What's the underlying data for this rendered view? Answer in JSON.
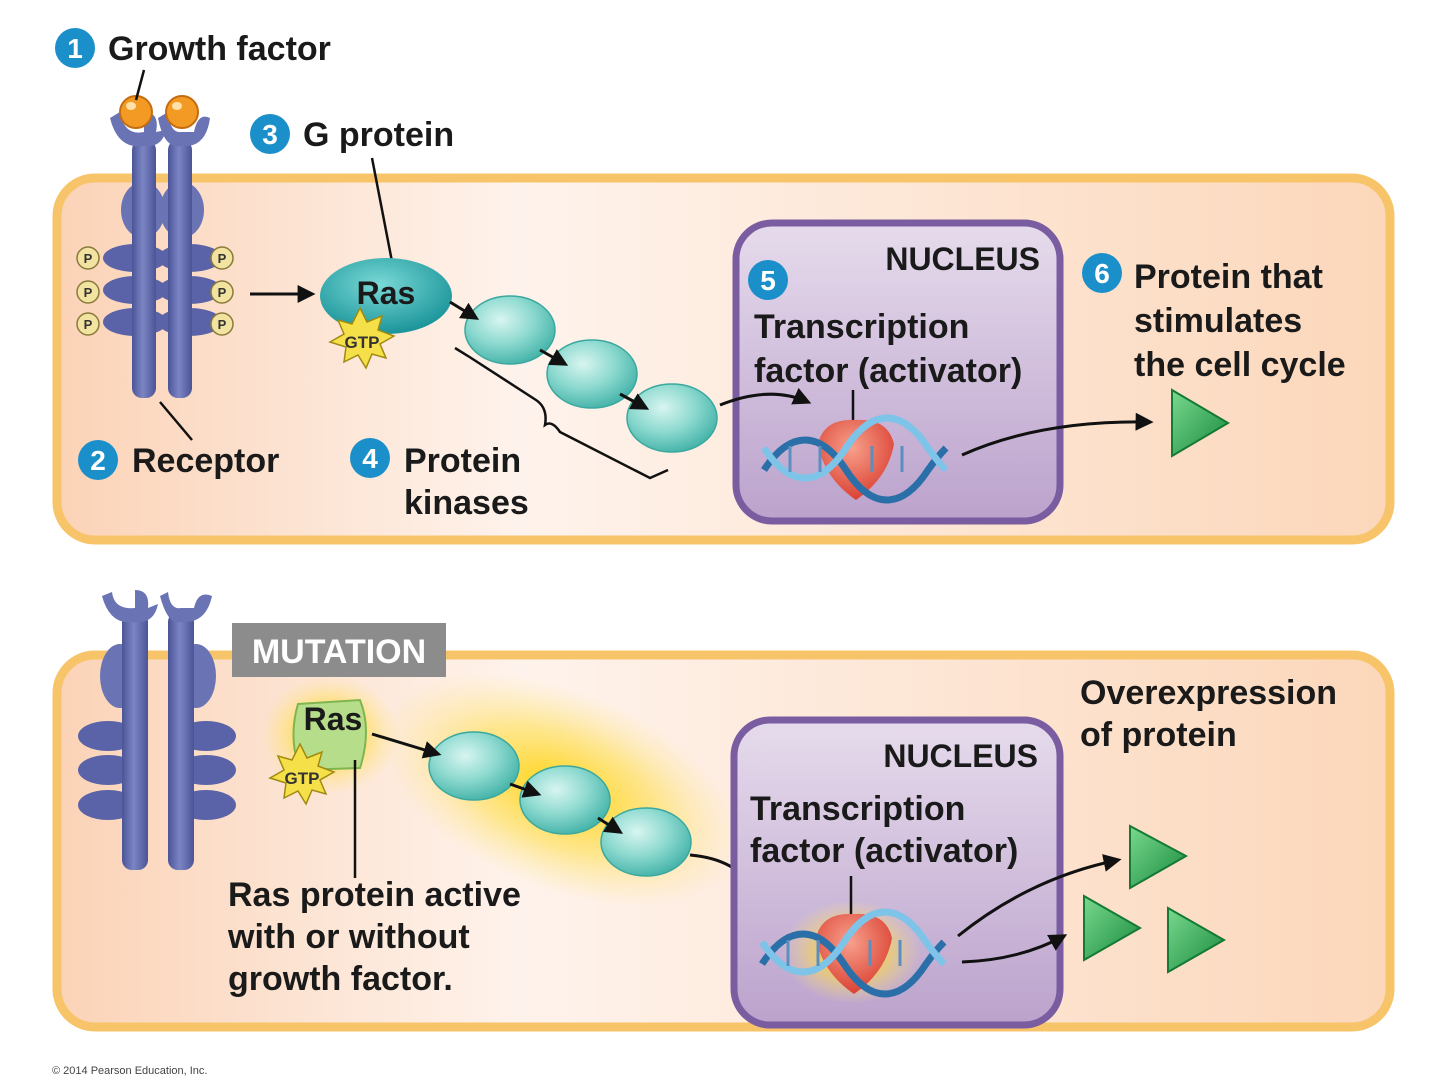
{
  "top_panel": {
    "steps": [
      {
        "num": "1",
        "label": "Growth factor"
      },
      {
        "num": "2",
        "label": "Receptor"
      },
      {
        "num": "3",
        "label": "G protein"
      },
      {
        "num": "4",
        "label_lines": [
          "Protein",
          "kinases"
        ]
      },
      {
        "num": "5",
        "label_lines": [
          "Transcription",
          "factor (activator)"
        ]
      },
      {
        "num": "6",
        "label_lines": [
          "Protein that",
          "stimulates",
          "the cell cycle"
        ]
      }
    ],
    "nucleus_label": "NUCLEUS",
    "ras_label": "Ras",
    "gtp_label": "GTP",
    "phosphate_label": "P"
  },
  "bottom_panel": {
    "mutation_label": "MUTATION",
    "nucleus_label": "NUCLEUS",
    "ras_label": "Ras",
    "gtp_label": "GTP",
    "tf_lines": [
      "Transcription",
      "factor (activator)"
    ],
    "ras_note_lines": [
      "Ras protein active",
      "with or without",
      "growth factor."
    ],
    "overexpression_lines": [
      "Overexpression",
      "of protein"
    ]
  },
  "copyright": "© 2014 Pearson Education, Inc.",
  "colors": {
    "badge": "#1b8fc9",
    "receptor": "#6a73b4",
    "cell_fill": "#fde3cf",
    "cell_border": "#f8c46a",
    "nucleus_fill": "#cdb7d8",
    "nucleus_border": "#7a5da0",
    "ras": "#1fa8a8",
    "kinase": "#7fd6cc",
    "gtp": "#f6e04a",
    "protein": "#2bb15a",
    "mutation_bg": "#8c8c8c",
    "mutant_ras": "#b6dd8a",
    "glow": "#ffd43b"
  }
}
